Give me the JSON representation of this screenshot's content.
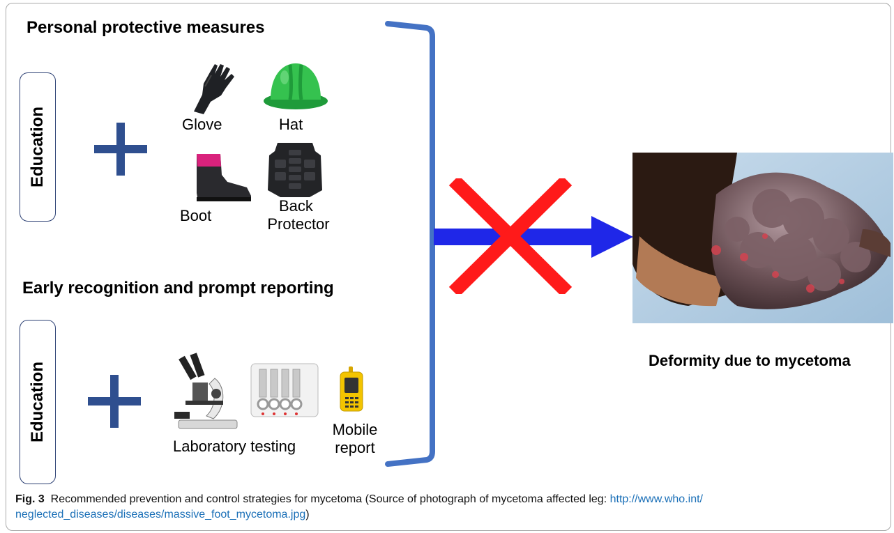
{
  "sections": {
    "personal": {
      "title": "Personal protective measures",
      "education_label": "Education",
      "items": [
        "Glove",
        "Hat",
        "Boot",
        "Back",
        "Protector"
      ]
    },
    "early": {
      "title": "Early recognition and prompt reporting",
      "education_label": "Education",
      "items": [
        "Laboratory testing",
        "Mobile",
        "report"
      ]
    }
  },
  "outcome": {
    "title": "Deformity due to mycetoma"
  },
  "caption": {
    "label": "Fig. 3",
    "text": "Recommended prevention and control strategies for mycetoma (Source of photograph of mycetoma affected leg: ",
    "link_line1": "http://www.who.int/",
    "link_line2": "neglected_diseases/diseases/massive_foot_mycetoma.jpg",
    "closing": ")"
  },
  "icons": {
    "plus": "plus-icon",
    "glove": "glove-icon",
    "hat": "hard-hat-icon",
    "boot": "boot-icon",
    "back_protector": "back-protector-icon",
    "microscope": "microscope-icon",
    "test_kit": "test-kit-icon",
    "phone": "mobile-phone-icon",
    "arrow": "right-arrow-icon",
    "cross": "cross-icon"
  },
  "colors": {
    "bracket": "#4472c4",
    "plus": "#2f4f8f",
    "arrow": "#1f27e8",
    "cross": "#ff1a1a",
    "link": "#1a6fb7"
  }
}
